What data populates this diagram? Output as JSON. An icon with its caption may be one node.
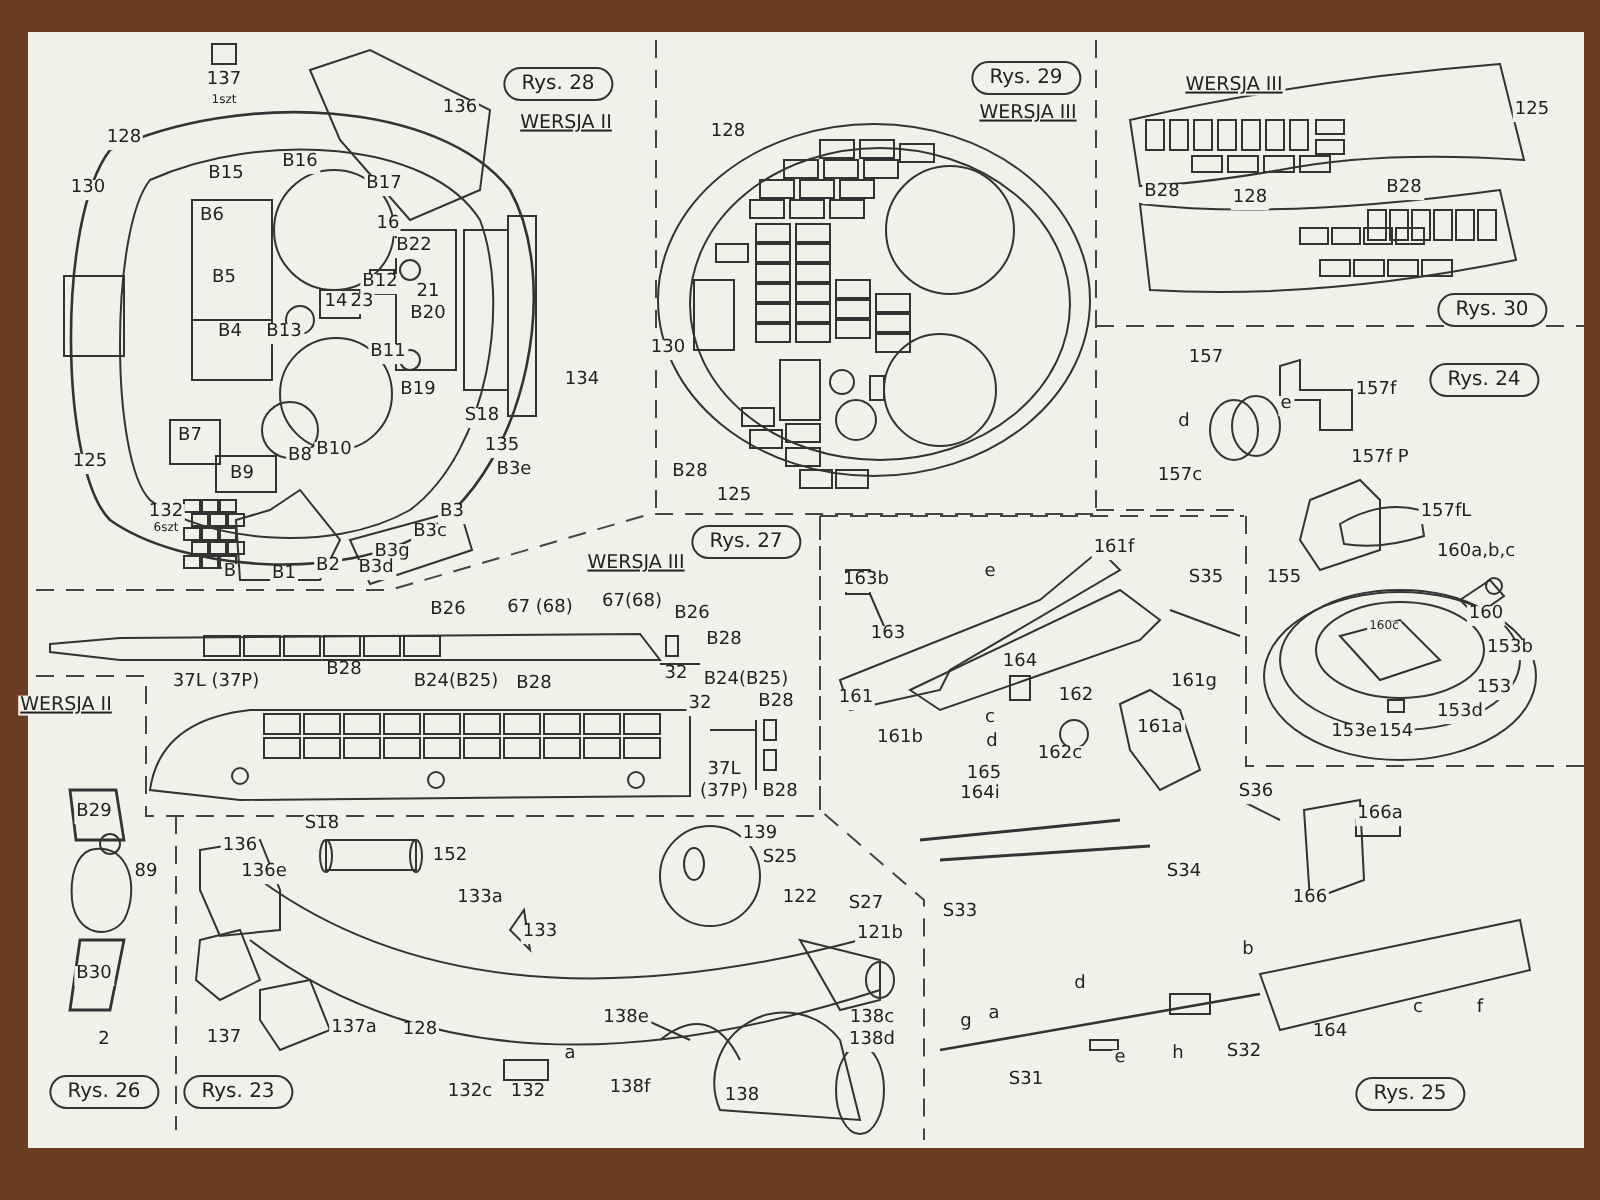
{
  "diagram": {
    "nodes": [
      {
        "text": [
          "Rys. 28"
        ]
      },
      {
        "text": [
          "Rys. 29"
        ]
      },
      {
        "text": [
          "Rys. 30"
        ]
      },
      {
        "text": [
          "Rys. 24"
        ]
      },
      {
        "text": [
          "Rys. 27"
        ]
      },
      {
        "text": [
          "Rys. 26"
        ]
      },
      {
        "text": [
          "Rys. 23"
        ]
      },
      {
        "text": [
          "Rys. 25"
        ]
      }
    ],
    "labels": [
      "137",
      "1szt",
      "136",
      "WERSJA II",
      "128",
      "B16",
      "B15",
      "B17",
      "130",
      "B6",
      "16",
      "B22",
      "B5",
      "B12",
      "21",
      "14",
      "23",
      "B20",
      "B4",
      "B13",
      "B11",
      "134",
      "B19",
      "S18",
      "B7",
      "135",
      "B10",
      "B8",
      "125",
      "B3e",
      "B9",
      "132",
      "6szt",
      "B3",
      "B3c",
      "B3g",
      "B2",
      "B3d",
      "B",
      "B1",
      "WERSJA III",
      "128",
      "130",
      "B28",
      "125",
      "WERSJA III",
      "125",
      "B28",
      "B28",
      "128",
      "157",
      "157f",
      "e",
      "d",
      "157f P",
      "157c",
      "157fL",
      "160a,b,c",
      "155",
      "160",
      "160c",
      "153b",
      "153",
      "153d",
      "153e",
      "154",
      "WERSJA III",
      "67(68)",
      "67 (68)",
      "B26",
      "B26",
      "B28",
      "B28",
      "32",
      "37L (37P)",
      "B24(B25)",
      "B28",
      "B24(B25)",
      "32",
      "B28",
      "37L",
      "(37P)",
      "B28",
      "WERSJA II",
      "B29",
      "89",
      "B30",
      "2",
      "S18",
      "139",
      "136",
      "152",
      "S25",
      "136e",
      "133a",
      "122",
      "S27",
      "133",
      "121b",
      "138e",
      "138c",
      "137a",
      "128",
      "137",
      "138d",
      "a",
      "138f",
      "132c",
      "132",
      "138",
      "161f",
      "e",
      "S35",
      "163b",
      "163",
      "164",
      "161g",
      "162",
      "161",
      "c",
      "161a",
      "161b",
      "d",
      "162c",
      "165",
      "S36",
      "164i",
      "166a",
      "S34",
      "166",
      "S33",
      "b",
      "d",
      "c",
      "f",
      "a",
      "g",
      "164",
      "S32",
      "h",
      "e",
      "S31"
    ]
  }
}
